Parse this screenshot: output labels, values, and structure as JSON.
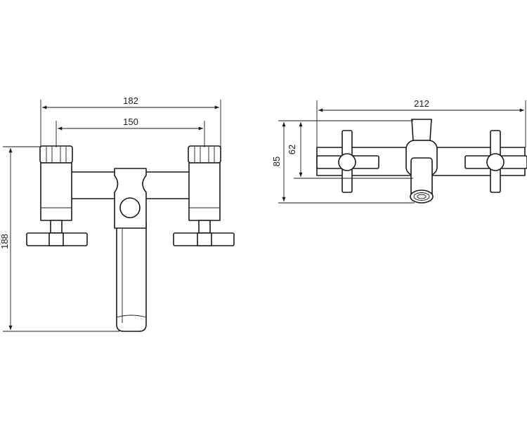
{
  "front_view": {
    "dim_width_outer": "182",
    "dim_width_inner": "150",
    "dim_height": "188"
  },
  "top_view": {
    "dim_width": "212",
    "dim_depth_total": "85",
    "dim_depth_body": "62"
  }
}
